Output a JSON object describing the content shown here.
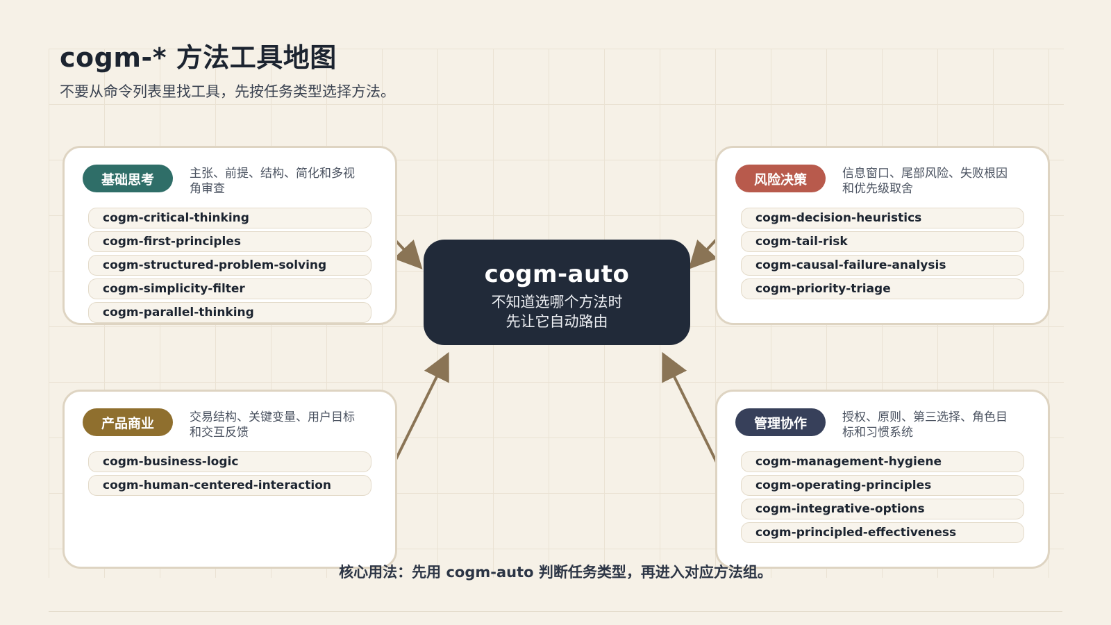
{
  "title": "cogm-* 方法工具地图",
  "subtitle": "不要从命令列表里找工具，先按任务类型选择方法。",
  "center": {
    "title": "cogm-auto",
    "line1": "不知道选哪个方法时",
    "line2": "先让它自动路由"
  },
  "groups": {
    "basic": {
      "label": "基础思考",
      "color": "#2f6e68",
      "desc": "主张、前提、结构、简化和多视角审查",
      "items": [
        "cogm-critical-thinking",
        "cogm-first-principles",
        "cogm-structured-problem-solving",
        "cogm-simplicity-filter",
        "cogm-parallel-thinking"
      ]
    },
    "risk": {
      "label": "风险决策",
      "color": "#b85a4c",
      "desc": "信息窗口、尾部风险、失败根因和优先级取舍",
      "items": [
        "cogm-decision-heuristics",
        "cogm-tail-risk",
        "cogm-causal-failure-analysis",
        "cogm-priority-triage"
      ]
    },
    "product": {
      "label": "产品商业",
      "color": "#8f6f2e",
      "desc": "交易结构、关键变量、用户目标和交互反馈",
      "items": [
        "cogm-business-logic",
        "cogm-human-centered-interaction"
      ]
    },
    "manage": {
      "label": "管理协作",
      "color": "#37405a",
      "desc": "授权、原则、第三选择、角色目标和习惯系统",
      "items": [
        "cogm-management-hygiene",
        "cogm-operating-principles",
        "cogm-integrative-options",
        "cogm-principled-effectiveness"
      ]
    }
  },
  "footnote": "核心用法：先用 cogm-auto 判断任务类型，再进入对应方法组。",
  "colors": {
    "arrow": "#8a7455",
    "background": "#f6f1e7",
    "center": "#212a39"
  }
}
